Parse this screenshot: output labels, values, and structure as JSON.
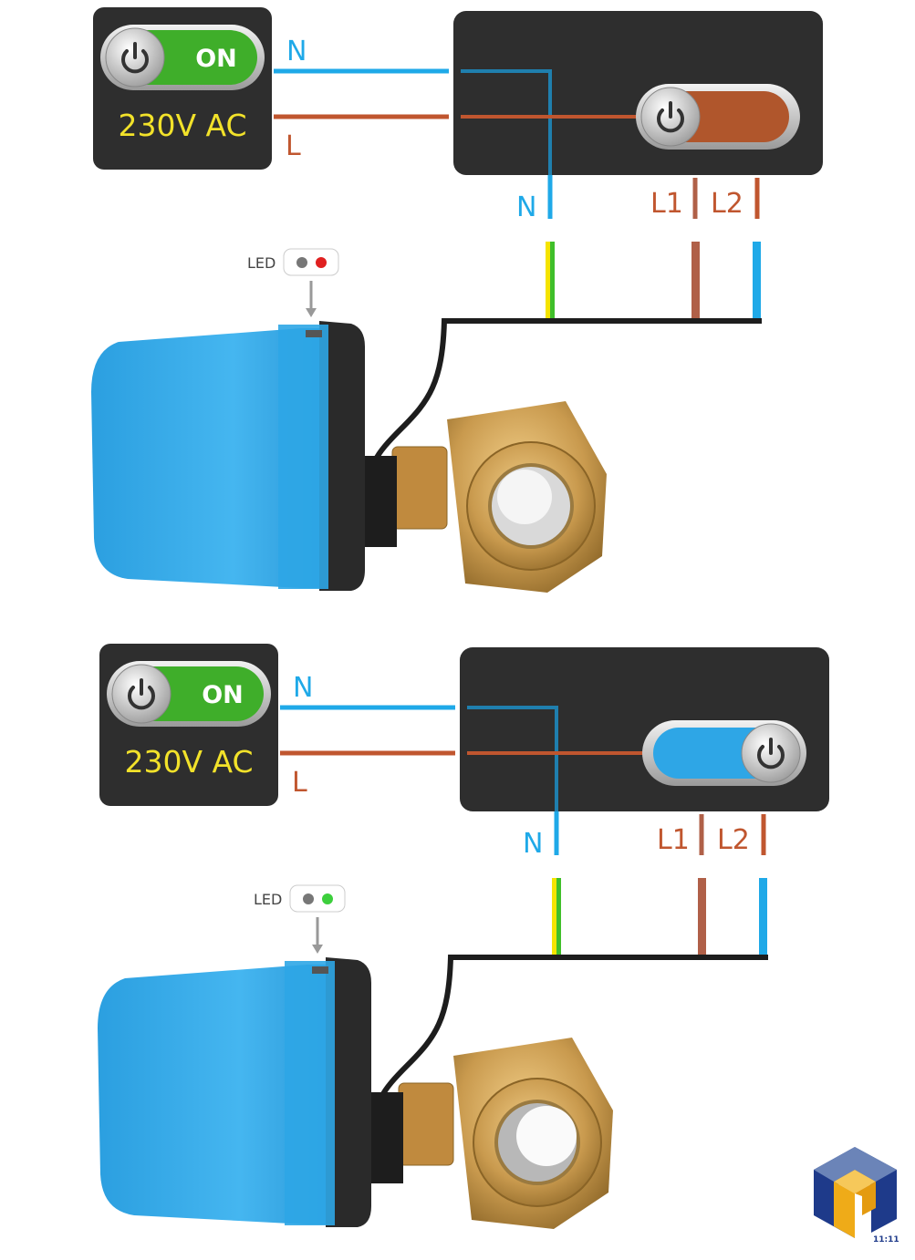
{
  "colors": {
    "neutral": "#1fa9e8",
    "live": "#c0562f",
    "yellow_text": "#f2e22a",
    "box": "#2e2e2e",
    "actuator": "#2ea6e6",
    "brass": "#c99a4e",
    "green_toggle": "#3fae2a",
    "brown_toggle": "#b0562c",
    "blue_toggle": "#2ea6e6",
    "led_red": "#e02020",
    "led_green": "#3ccf3c"
  },
  "panels": [
    {
      "state": "closed",
      "supply": {
        "switch_label": "ON",
        "voltage": "230V AC",
        "n_label": "N",
        "l_label": "L"
      },
      "controller": {
        "toggle_state": "off",
        "n_label": "N",
        "l1_label": "L1",
        "l2_label": "L2"
      },
      "led": {
        "label": "LED",
        "active_color": "red"
      }
    },
    {
      "state": "open",
      "supply": {
        "switch_label": "ON",
        "voltage": "230V AC",
        "n_label": "N",
        "l_label": "L"
      },
      "controller": {
        "toggle_state": "on",
        "n_label": "N",
        "l1_label": "L1",
        "l2_label": "L2"
      },
      "led": {
        "label": "LED",
        "active_color": "green"
      }
    }
  ],
  "logo": {
    "text": "11:11"
  }
}
